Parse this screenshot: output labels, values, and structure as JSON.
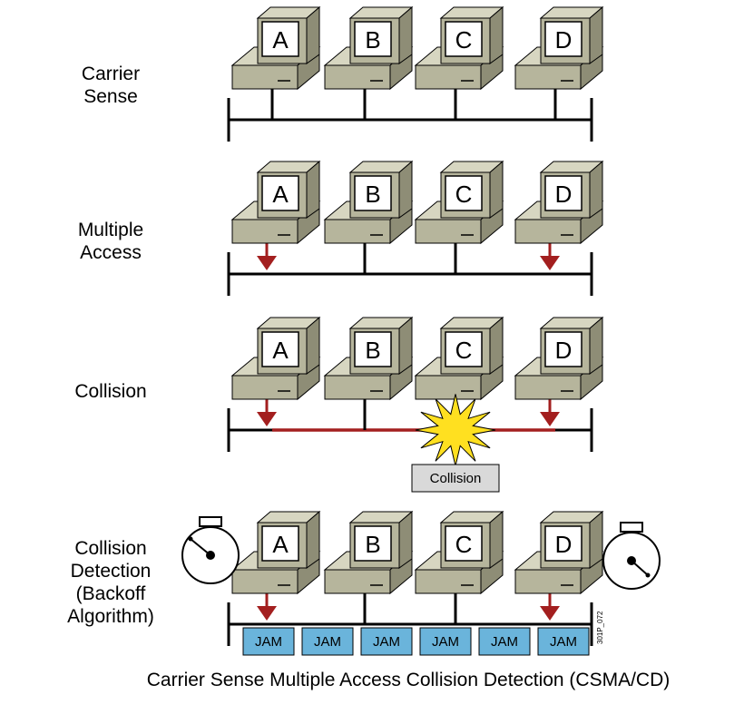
{
  "caption": "Carrier Sense Multiple Access Collision Detection (CSMA/CD)",
  "figure_code": "301P_072",
  "colors": {
    "bus": "#000000",
    "signal": "#a31f1f",
    "arrow": "#a31f1f",
    "computer_light": "#d7d6c1",
    "computer_mid": "#b6b59c",
    "computer_dark": "#8e8d76",
    "jam_fill": "#6ab4db",
    "collision_box": "#d9d9d9",
    "burst": "#ffe020"
  },
  "stations": [
    "A",
    "B",
    "C",
    "D"
  ],
  "rows": [
    {
      "label_lines": [
        "Carrier",
        "Sense"
      ],
      "transmitting": []
    },
    {
      "label_lines": [
        "Multiple",
        "Access"
      ],
      "transmitting": [
        "A",
        "D"
      ]
    },
    {
      "label_lines": [
        "Collision"
      ],
      "transmitting": [
        "A",
        "D"
      ],
      "collision_label": "Collision"
    },
    {
      "label_lines": [
        "Collision",
        "Detection",
        "(Backoff",
        "Algorithm)"
      ],
      "transmitting": [
        "A",
        "D"
      ],
      "jam_label": "JAM",
      "jam_count": 6
    }
  ]
}
